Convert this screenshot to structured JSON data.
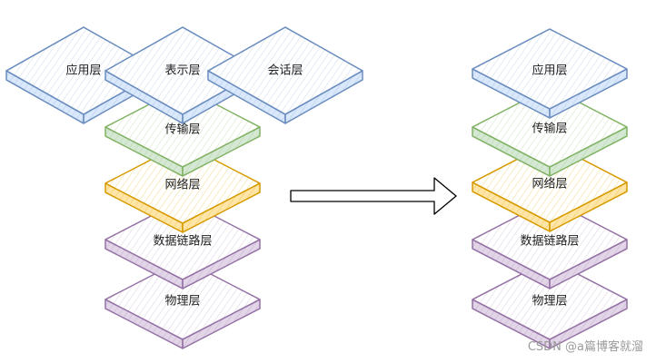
{
  "left_stack": {
    "top_row": [
      {
        "label": "应用层",
        "color": "blue"
      },
      {
        "label": "表示层",
        "color": "blue"
      },
      {
        "label": "会话层",
        "color": "blue"
      }
    ],
    "layers": [
      {
        "label": "传输层",
        "color": "green"
      },
      {
        "label": "网络层",
        "color": "orange"
      },
      {
        "label": "数据链路层",
        "color": "purple"
      },
      {
        "label": "物理层",
        "color": "purple"
      }
    ]
  },
  "right_stack": {
    "layers": [
      {
        "label": "应用层",
        "color": "blue"
      },
      {
        "label": "传输层",
        "color": "green"
      },
      {
        "label": "网络层",
        "color": "orange"
      },
      {
        "label": "数据链路层",
        "color": "purple"
      },
      {
        "label": "物理层",
        "color": "purple"
      }
    ]
  },
  "watermark": "CSDN @a篇博客就溜",
  "colors": {
    "blue": {
      "stroke": "#6c8ebf",
      "fill": "#dae8fc"
    },
    "green": {
      "stroke": "#82b366",
      "fill": "#d5e8d4"
    },
    "orange": {
      "stroke": "#d79b00",
      "fill": "#ffe6a8"
    },
    "purple": {
      "stroke": "#9673a6",
      "fill": "#e1d5e7"
    },
    "arrow": "#000000"
  }
}
